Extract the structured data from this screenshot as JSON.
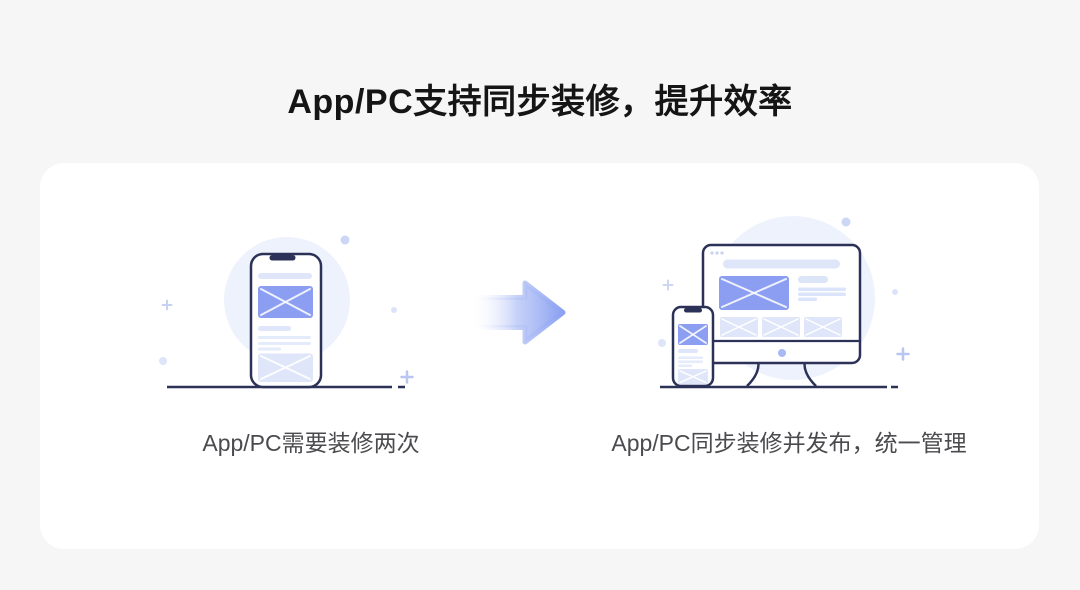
{
  "title": "App/PC支持同步装修，提升效率",
  "panels": {
    "before": {
      "caption": "App/PC需要装修两次",
      "illustration": "single-phone-wireframe"
    },
    "after": {
      "caption": "App/PC同步装修并发布，统一管理",
      "illustration": "phone-and-desktop-wireframe"
    }
  },
  "icons": {
    "arrow": "arrow-right",
    "decorations": [
      "plus-icon",
      "dot-decoration"
    ]
  },
  "colors": {
    "page_bg": "#f6f6f6",
    "card_bg": "#ffffff",
    "outline_navy": "#2b3157",
    "accent_periwinkle": "#8c9ef1",
    "placeholder_light": "#dfe6f9",
    "placeholder_lighter": "#e4ebfb",
    "circle_bg": "#eef2fc",
    "arrow_color": "#8ba1f2",
    "monitor_dot": "#a9b9f4",
    "title_text": "#151515",
    "caption_text": "#4b4b4f"
  }
}
